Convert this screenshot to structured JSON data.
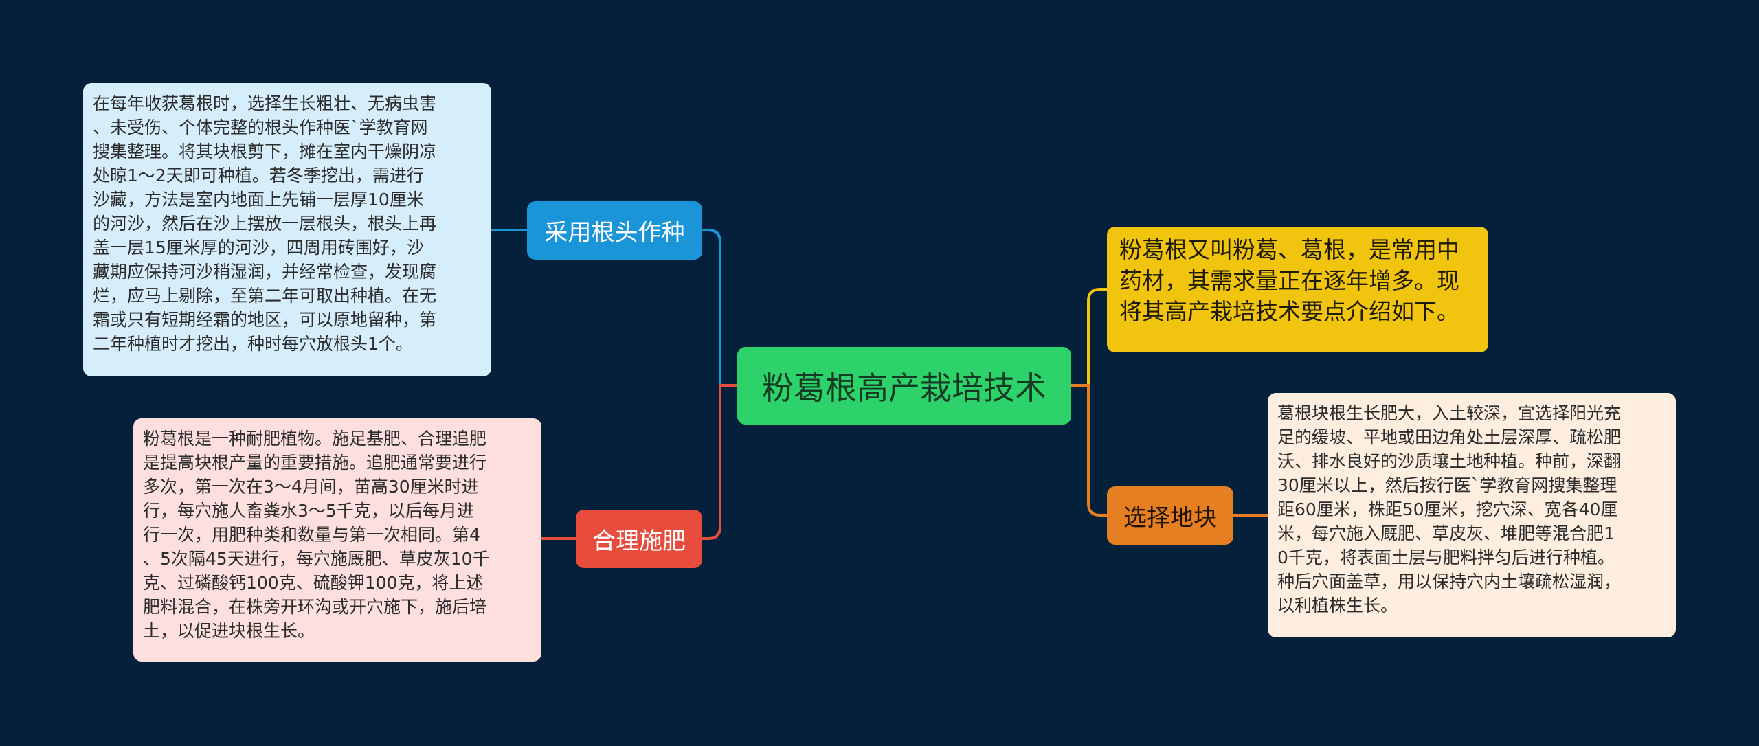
{
  "colors": {
    "background": "#04203a",
    "center": "#2ed26a",
    "branch_root": "#1995d8",
    "branch_fertilize": "#e74c3c",
    "branch_land": "#e67e22",
    "branch_intro": "#f1c40f"
  },
  "center": {
    "label": "粉葛根高产栽培技术"
  },
  "branches": {
    "root": {
      "label": "采用根头作种",
      "detail": "在每年收获葛根时，选择生长粗壮、无病虫害\n、未受伤、个体完整的根头作种医`学教育网\n搜集整理。将其块根剪下，摊在室内干燥阴凉\n处晾1～2天即可种植。若冬季挖出，需进行\n沙藏，方法是室内地面上先铺一层厚10厘米\n的河沙，然后在沙上摆放一层根头，根头上再\n盖一层15厘米厚的河沙，四周用砖围好，沙\n藏期应保持河沙稍湿润，并经常检查，发现腐\n烂，应马上剔除，至第二年可取出种植。在无\n霜或只有短期经霜的地区，可以原地留种，第\n二年种植时才挖出，种时每穴放根头1个。"
    },
    "fertilize": {
      "label": "合理施肥",
      "detail": "粉葛根是一种耐肥植物。施足基肥、合理追肥\n是提高块根产量的重要措施。追肥通常要进行\n多次，第一次在3～4月间，苗高30厘米时进\n行，每穴施人畜粪水3～5千克，以后每月进\n行一次，用肥种类和数量与第一次相同。第4\n、5次隔45天进行，每穴施厩肥、草皮灰10千\n克、过磷酸钙100克、硫酸钾100克，将上述\n肥料混合，在株旁开环沟或开穴施下，施后培\n土，以促进块根生长。"
    },
    "intro": {
      "detail": "粉葛根又叫粉葛、葛根，是常用中\n药材，其需求量正在逐年增多。现\n将其高产栽培技术要点介绍如下。"
    },
    "land": {
      "label": "选择地块",
      "detail": "葛根块根生长肥大，入土较深，宜选择阳光充\n足的缓坡、平地或田边角处土层深厚、疏松肥\n沃、排水良好的沙质壤土地种植。种前，深翻\n30厘米以上，然后按行医`学教育网搜集整理\n距60厘米，株距50厘米，挖穴深、宽各40厘\n米，每穴施入厩肥、草皮灰、堆肥等混合肥1\n0千克，将表面土层与肥料拌匀后进行种植。\n种后穴面盖草，用以保持穴内土壤疏松湿润，\n以利植株生长。"
    }
  }
}
